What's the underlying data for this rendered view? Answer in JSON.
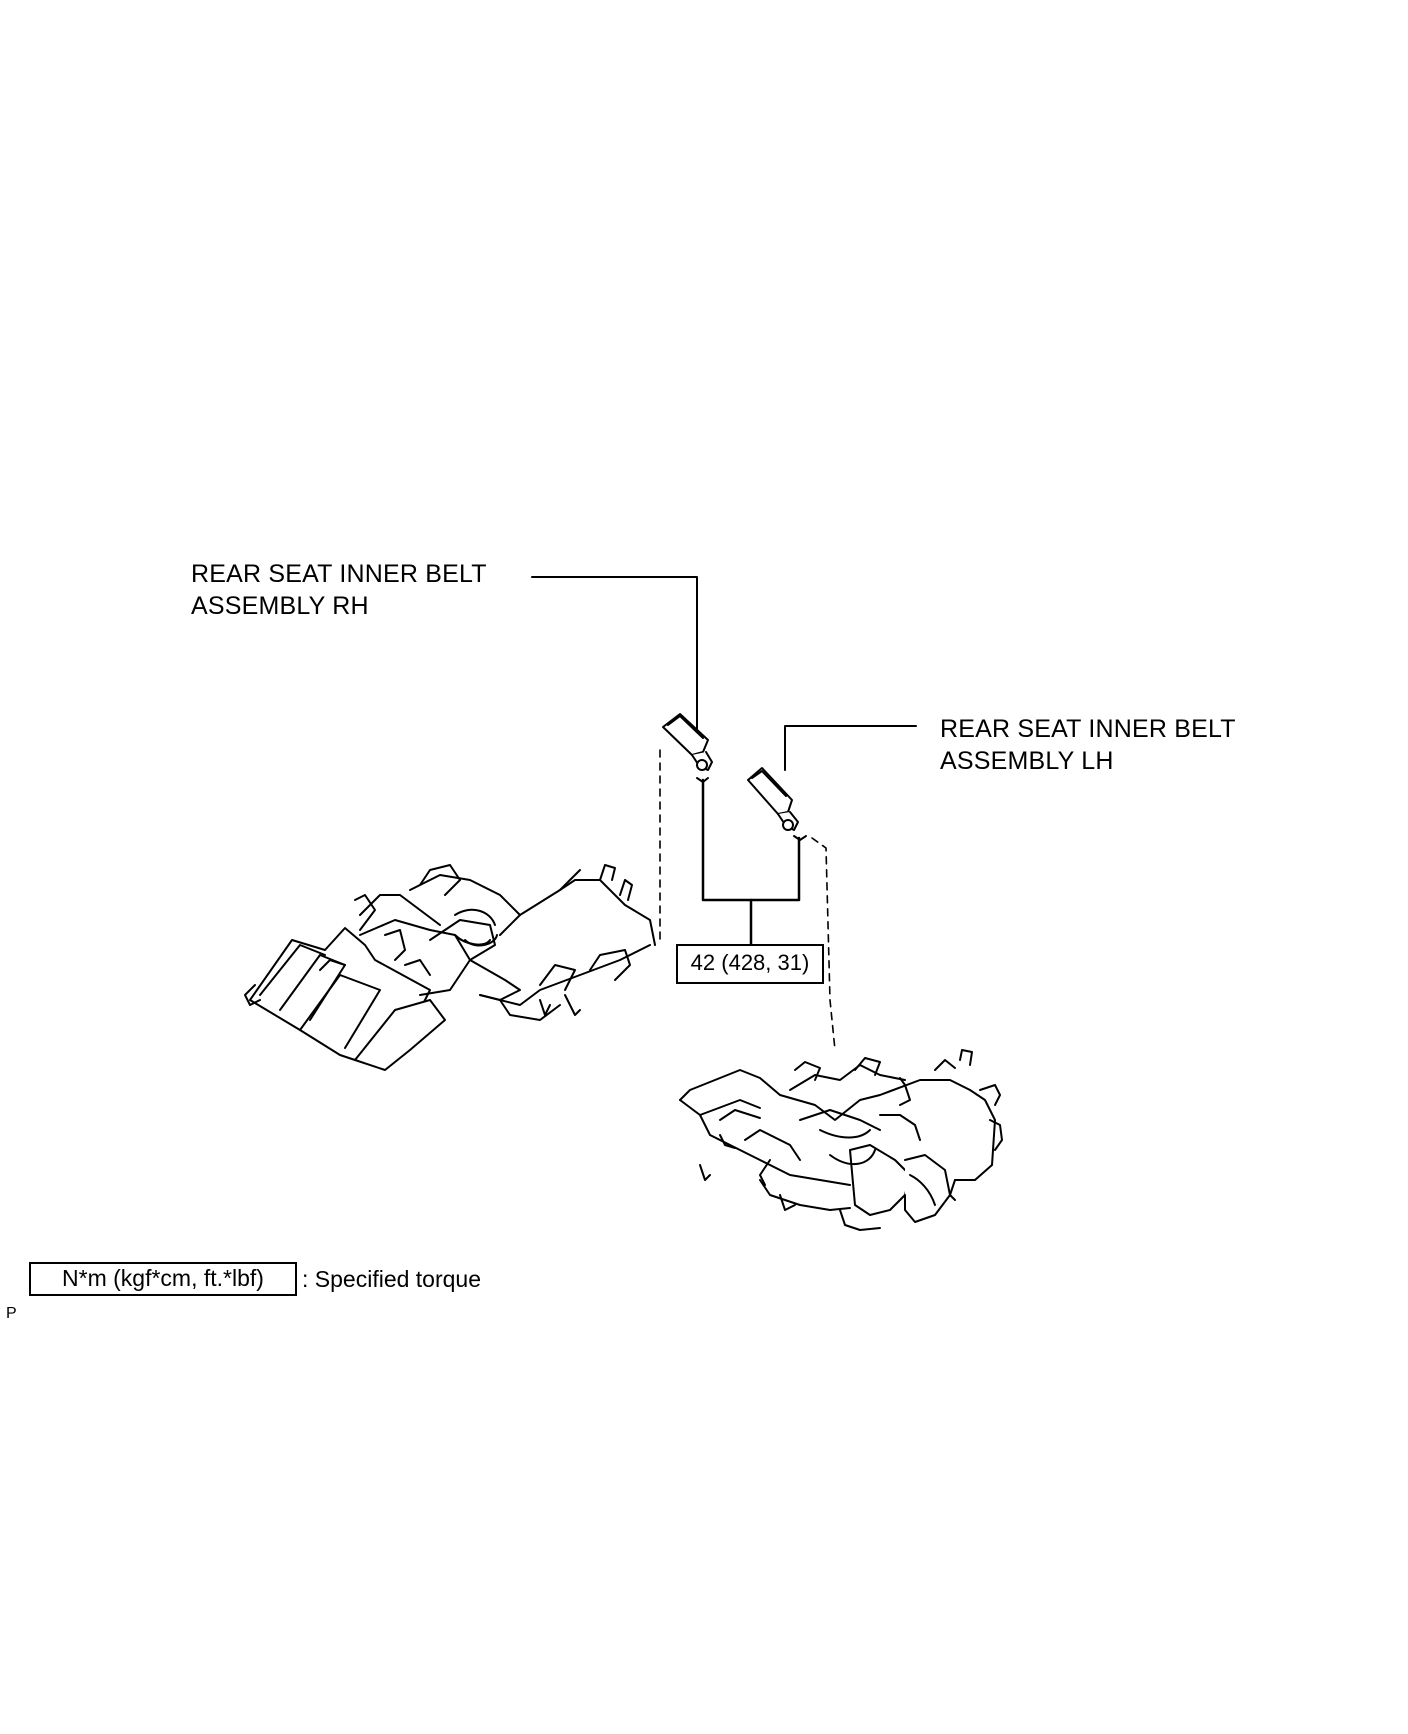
{
  "labels": {
    "rh_line1": "REAR SEAT INNER BELT",
    "rh_line2": "ASSEMBLY RH",
    "lh_line1": "REAR SEAT INNER BELT",
    "lh_line2": "ASSEMBLY LH"
  },
  "torque": {
    "value": "42 (428, 31)"
  },
  "legend": {
    "box_text": "N*m (kgf*cm, ft.*lbf)",
    "description": ": Specified torque"
  },
  "corner_code": "P"
}
